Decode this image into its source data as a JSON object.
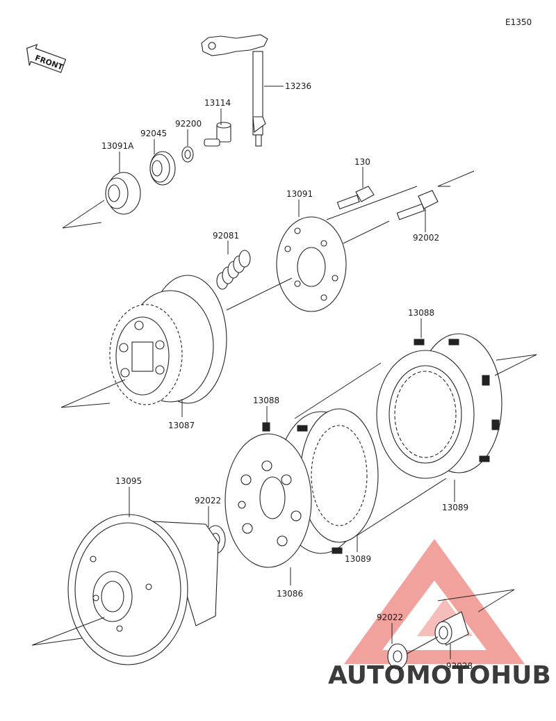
{
  "diagram_code": "E1350",
  "front_label": "FRONT",
  "part_labels": {
    "p13236": "13236",
    "p13114": "13114",
    "p92200": "92200",
    "p92045": "92045",
    "p13091A": "13091A",
    "p130": "130",
    "p13091": "13091",
    "p92002": "92002",
    "p92081": "92081",
    "p13088_top": "13088",
    "p13087": "13087",
    "p13088_mid": "13088",
    "p13089_right": "13089",
    "p13095": "13095",
    "p92022_mid": "92022",
    "p13086": "13086",
    "p13089_mid": "13089",
    "p92022_low": "92022",
    "p92028": "92028"
  },
  "watermark": {
    "part1": "AUTO",
    "part2": "MOTO",
    "part3": "HUB",
    "color_orange": "#f5b84a",
    "color_red": "#e8574e",
    "color_gray": "#8c8c8c"
  }
}
